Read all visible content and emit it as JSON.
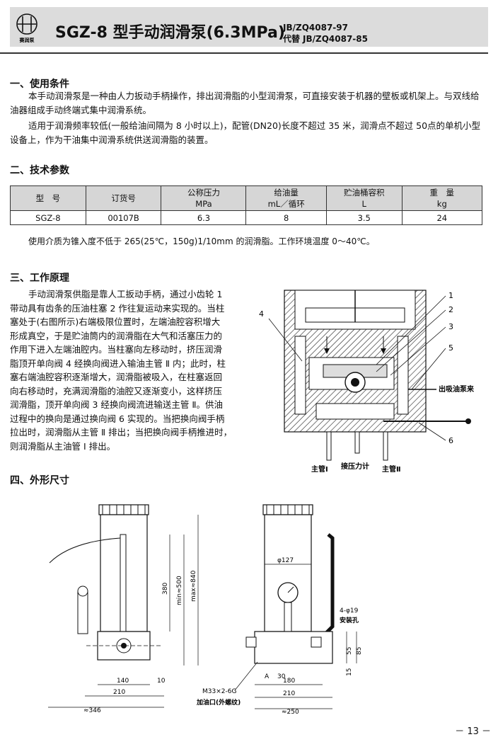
{
  "header": {
    "logo_text": "赛润泵",
    "title": "SGZ-8 型手动润滑泵(6.3MPa)",
    "standard": "JB/ZQ4087-97",
    "replaces_label": "代替",
    "replaces": "JB/ZQ4087-85"
  },
  "section1": {
    "heading": "一、使用条件",
    "paragraphs": [
      "本手动润滑泵是一种由人力扳动手柄操作，排出润滑脂的小型润滑泵，可直接安装于机器的壁板或机架上。与双线给油器组成手动终端式集中润滑系统。",
      "适用于润滑频率较低(一般给油间隔为 8 小时以上)，配管(DN20)长度不超过 35 米，润滑点不超过 50点的单机小型设备上，作为干油集中润滑系统供送润滑脂的装置。"
    ]
  },
  "section2": {
    "heading": "二、技术参数",
    "table": {
      "headers": [
        [
          "型　号",
          ""
        ],
        [
          "订货号",
          ""
        ],
        [
          "公称压力",
          "MPa"
        ],
        [
          "给油量",
          "mL／循环"
        ],
        [
          "贮油桶容积",
          "L"
        ],
        [
          "重　量",
          "kg"
        ]
      ],
      "rows": [
        [
          "SGZ-8",
          "00107B",
          "6.3",
          "8",
          "3.5",
          "24"
        ]
      ]
    },
    "note": "使用介质为锥入度不低于 265(25℃，150g)1/10mm 的润滑脂。工作环境温度 0～40℃。"
  },
  "section3": {
    "heading": "三、工作原理",
    "text_lines": [
      "手动润滑泵供脂是靠人工扳动手柄，通过小齿轮 1",
      "带动具有齿条的压油柱塞 2 作往复运动来实现的。当柱",
      "塞处于(右图所示)右端极限位置时，左端油腔容积增大",
      "形成真空，于是贮油筒内的润滑脂在大气和活塞压力的",
      "作用下进入左端油腔内。当柱塞向左移动时，挤压润滑",
      "脂顶开单向阀 4 经换向阀进入输油主管 Ⅱ 内；此时，柱",
      "塞右端油腔容积逐渐增大，润滑脂被吸入，在柱塞返回",
      "向右移动时，充满润滑脂的油腔又逐渐变小，这样挤压",
      "润滑脂，顶开单向阀 3 经换向阀流进输送主管 Ⅱ。供油",
      "过程中的换向是通过换向阀 6 实现的。当把换向阀手柄",
      "拉出时，润滑脂从主管 Ⅱ 排出；当把换向阀手柄推进时，",
      "则润滑脂从主油管 Ⅰ 排出。"
    ],
    "diagram": {
      "callouts": [
        "1",
        "2",
        "3",
        "4",
        "5",
        "6"
      ],
      "suction_label": "出吸油泵来",
      "main_pipe_1": "主管Ⅰ",
      "pressure_gauge": "接压力计",
      "main_pipe_2": "主管Ⅱ"
    }
  },
  "section4": {
    "heading": "四、外形尺寸",
    "front": {
      "dim_140": "140",
      "dim_10": "10",
      "dim_210": "210",
      "dim_346": "≈346",
      "dim_380": "380",
      "dim_min500": "min≈500",
      "dim_max840": "max≈840"
    },
    "side": {
      "dim_127": "φ127",
      "holes": "4-φ19",
      "holes_label": "安装孔",
      "dim_55": "55",
      "dim_85": "85",
      "dim_15": "15",
      "dim_A": "A",
      "dim_30": "30",
      "dim_180": "180",
      "dim_210": "210",
      "dim_250": "≈250",
      "thread": "M33×2-6G",
      "filler": "加油口(外螺纹)"
    }
  },
  "page_number": "－ 13 －"
}
